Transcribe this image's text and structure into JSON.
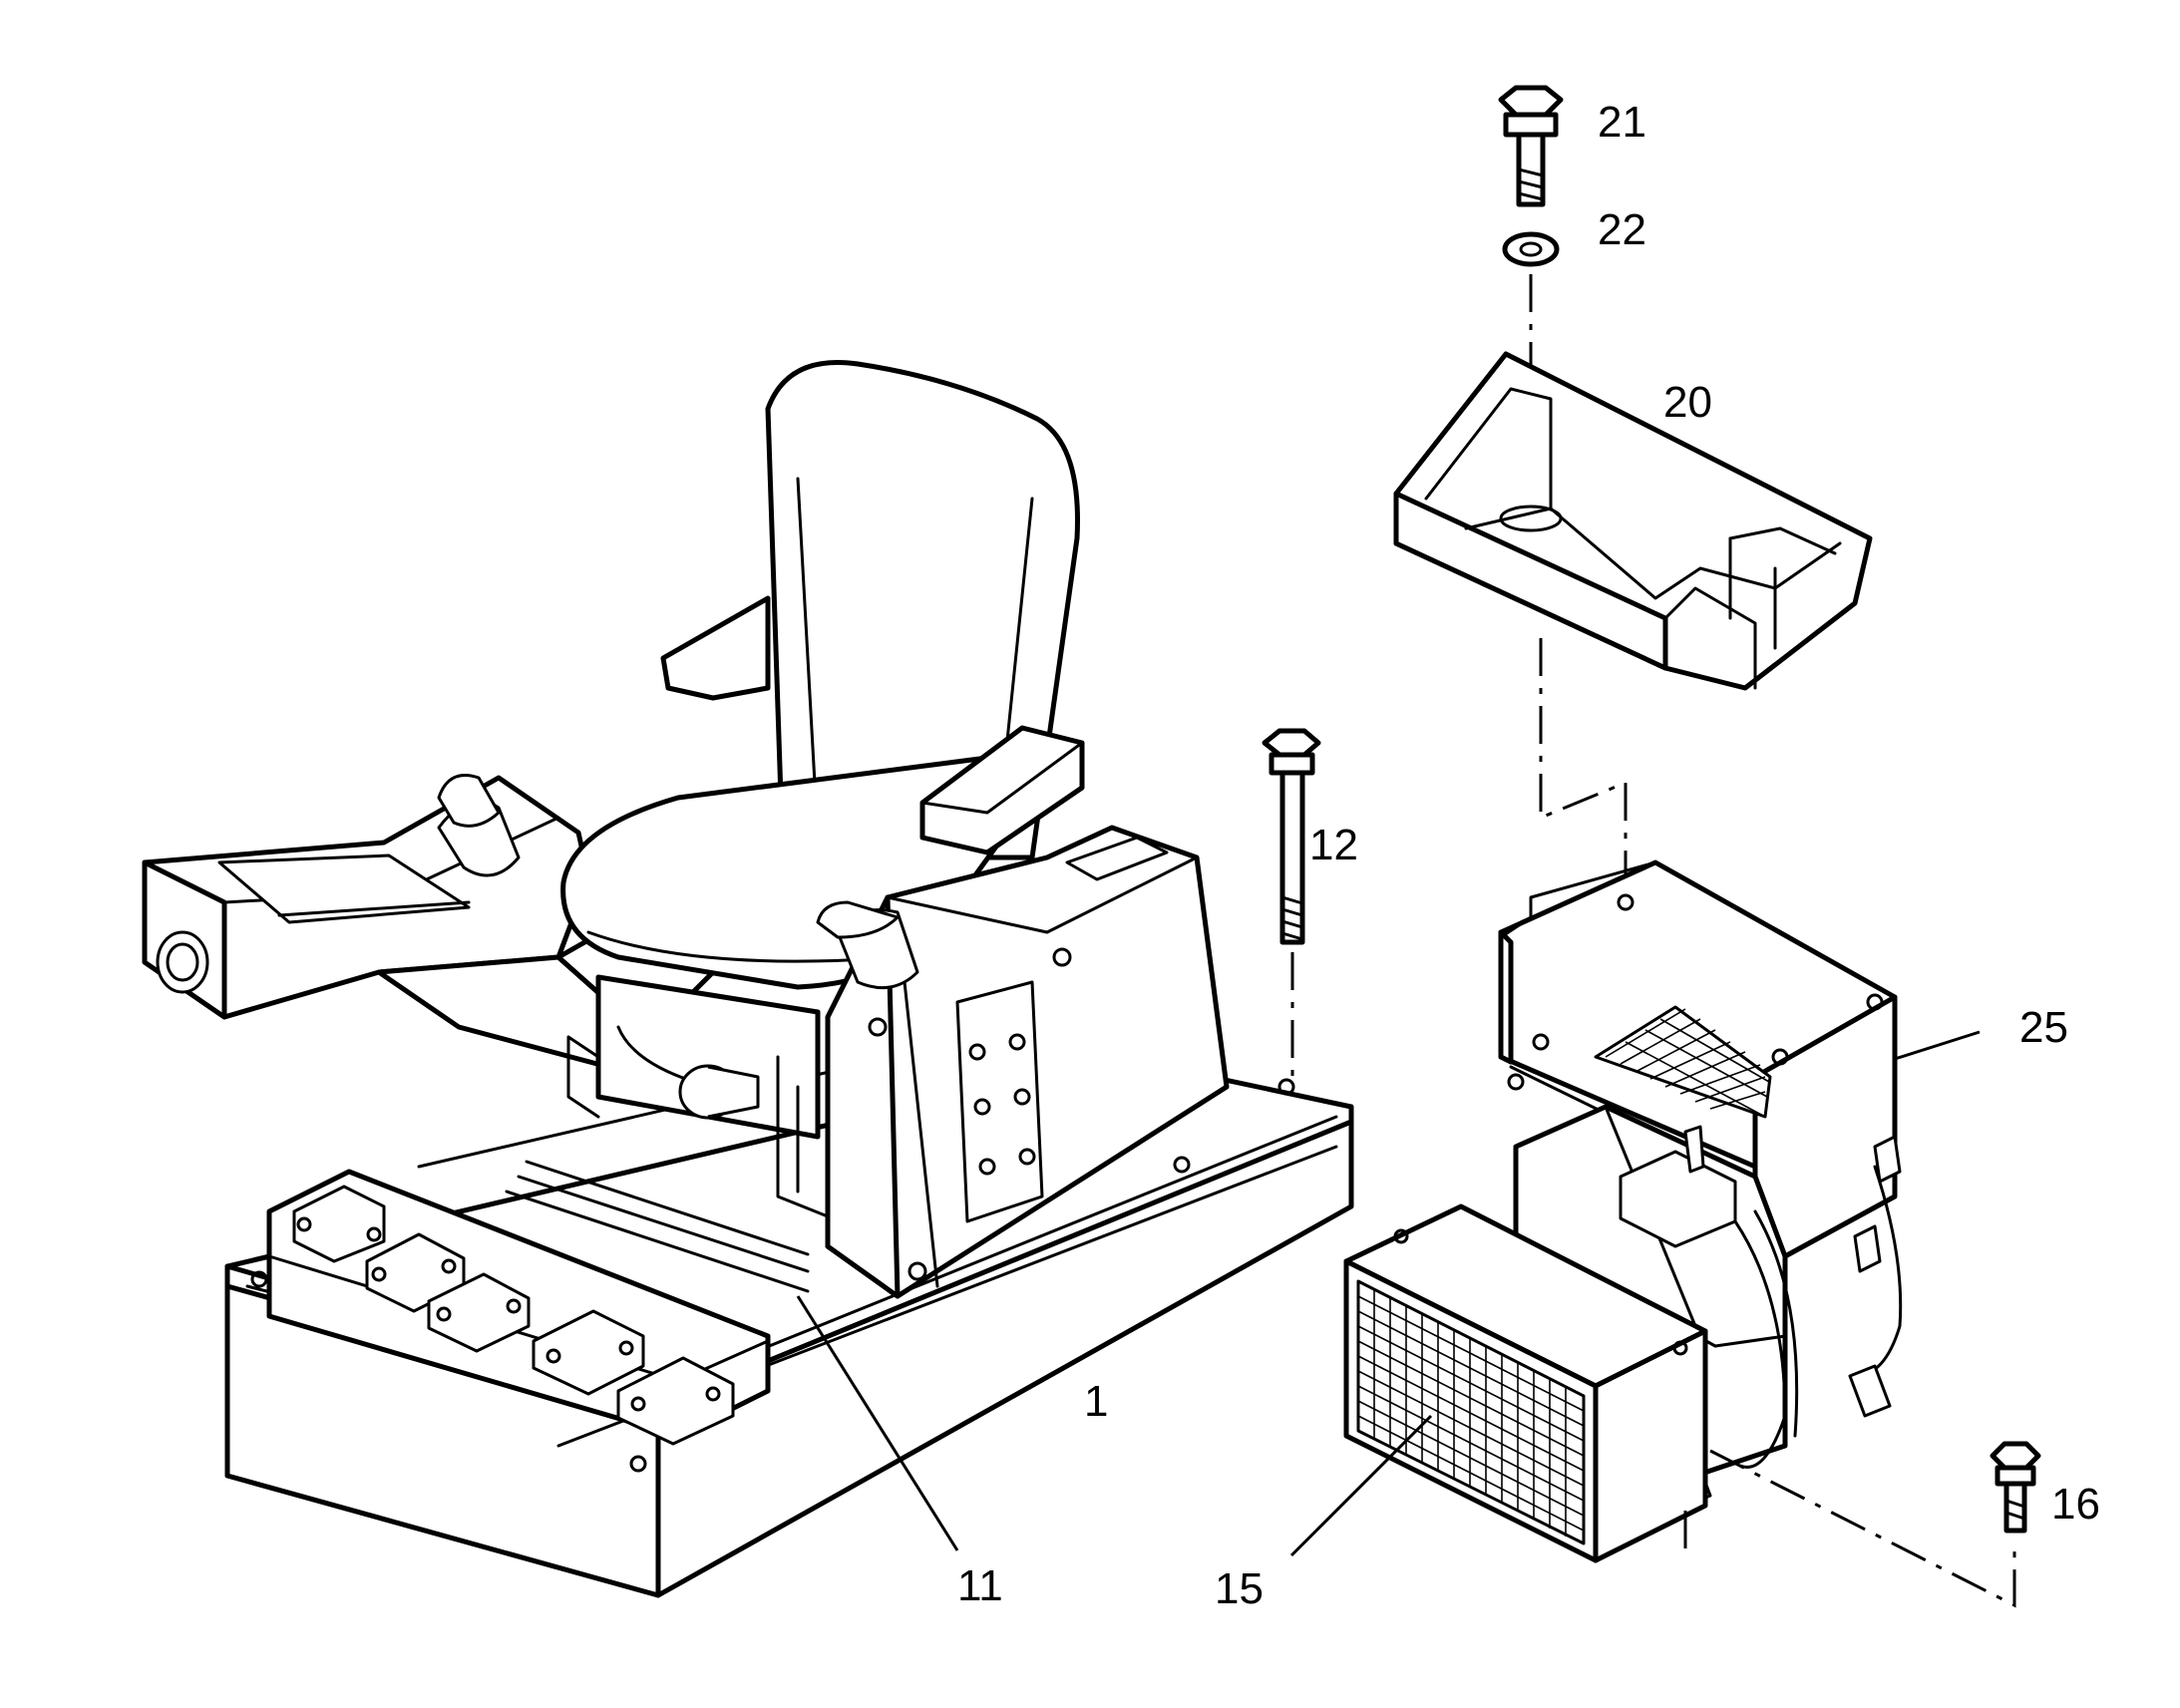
{
  "callouts": [
    {
      "id": "1",
      "text": "1"
    },
    {
      "id": "11",
      "text": "11"
    },
    {
      "id": "12",
      "text": "12"
    },
    {
      "id": "15",
      "text": "15"
    },
    {
      "id": "16",
      "text": "16"
    },
    {
      "id": "20",
      "text": "20"
    },
    {
      "id": "21",
      "text": "21"
    },
    {
      "id": "22",
      "text": "22"
    },
    {
      "id": "25",
      "text": "25"
    }
  ],
  "colors": {
    "line": "#000000",
    "background": "#ffffff"
  }
}
